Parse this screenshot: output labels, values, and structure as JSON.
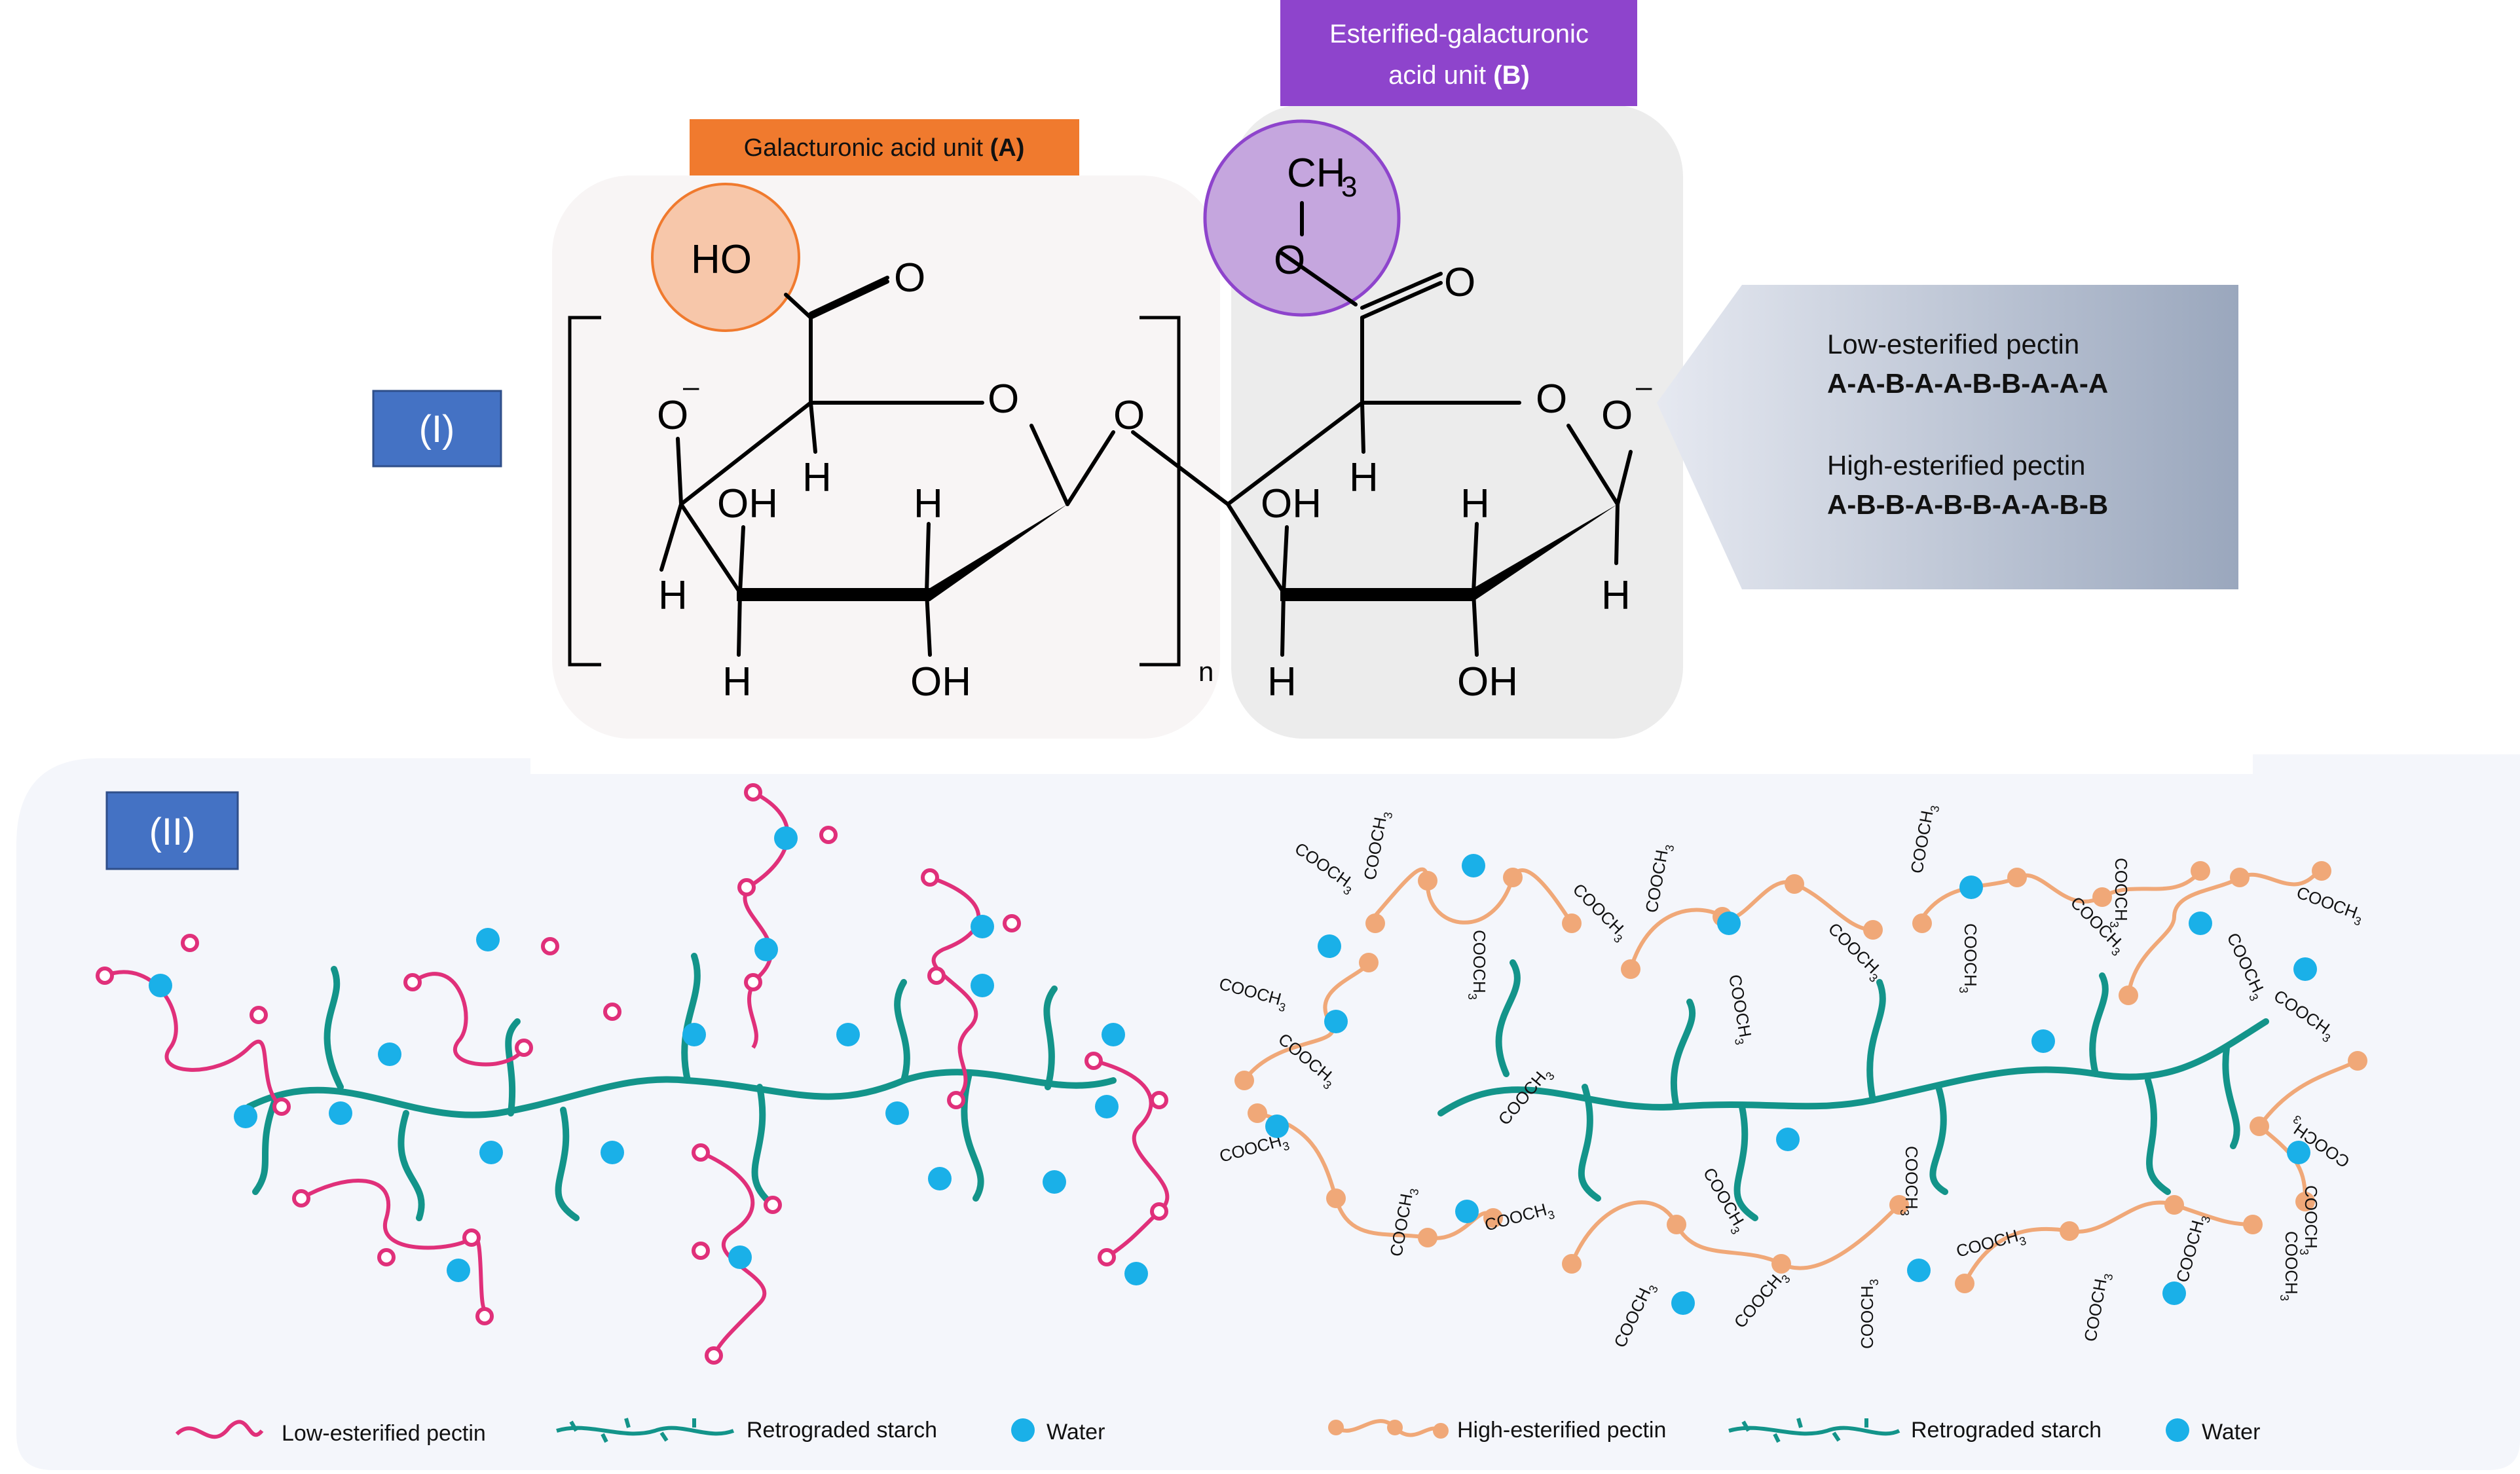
{
  "panel_one": {
    "label": "(I)",
    "unit_a_label_text": "Galacturonic acid unit ",
    "unit_a_label_bold": "(A)",
    "unit_b_label_line1": "Esterified-galacturonic",
    "unit_b_label_line2_text": "acid unit ",
    "unit_b_label_line2_bold": "(B)",
    "atoms": {
      "ho": "HO",
      "o": "O",
      "o_minus": "O",
      "minus": "–",
      "h": "H",
      "oh": "OH",
      "ch3_c": "CH",
      "ch3_sub": "3",
      "n": "n"
    },
    "info_box": {
      "low_title": "Low-esterified pectin",
      "low_sequence": "A-A-B-A-A-B-B-A-A-A",
      "high_title": "High-esterified pectin",
      "high_sequence": "A-B-B-A-B-B-A-A-B-B"
    }
  },
  "panel_two": {
    "label": "(II)",
    "group_label": "COOCH",
    "group_sub": "3",
    "legend_left": {
      "pectin": "Low-esterified pectin",
      "starch": "Retrograded starch",
      "water": "Water"
    },
    "legend_right": {
      "pectin": "High-esterified pectin",
      "starch": "Retrograded starch",
      "water": "Water"
    }
  },
  "colors": {
    "unit_a_header": "#f07a2e",
    "unit_b_header": "#8e44cc",
    "label_box": "#4472c4",
    "low_pectin": "#e0307a",
    "high_pectin": "#f0a878",
    "starch": "#13948a",
    "water": "#1ab0e8",
    "info_box": "#a8b4c8",
    "panel_two_bg": "#f4f6fb"
  }
}
